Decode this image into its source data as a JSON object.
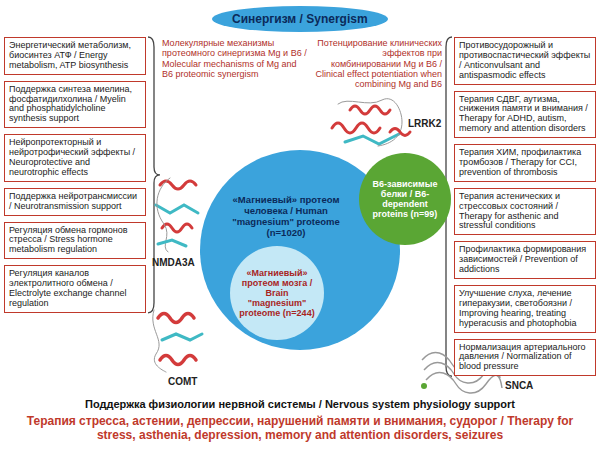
{
  "diagram": {
    "nodes": [
      {
        "text": [
          "Синергизм / Synergism"
        ]
      },
      {
        "text": [
          "Энергетический метаболизм, биосинтез АТФ / Energy metabolism, ATP biosynthesis"
        ]
      },
      {
        "text": [
          "Поддержка синтеза миелина, фосфатидилхолина / Myelin and phosphatidylcholine synthesis support"
        ]
      },
      {
        "text": [
          "Нейропротекторный и нейротрофический эффекты / Neuroprotective and neurotrophic effects"
        ]
      },
      {
        "text": [
          "Поддержка нейротрансмиссии / Neurotransmission support"
        ]
      },
      {
        "text": [
          "Регуляция обмена гормонов стресса / Stress hormone metabolism regulation"
        ]
      },
      {
        "text": [
          "Регуляция каналов электролитного обмена / Electrolyte exchange channel regulation"
        ]
      },
      {
        "text": [
          "Противосудорожный и противоспастический эффекты / Anticonvulsant and antispasmodic effects"
        ]
      },
      {
        "text": [
          "Терапия СДВГ, аутизма, снижения памяти и внимания / Therapy for ADHD, autism, memory and attention disorders"
        ]
      },
      {
        "text": [
          "Терапия ХИМ, профилактика тромбозов / Therapy for CCI, prevention of thrombosis"
        ]
      },
      {
        "text": [
          "Терапия астенических и стрессовых состояний / Therapy for asthenic and stressful conditions"
        ]
      },
      {
        "text": [
          "Профилактика формирования зависимостей / Prevention of addictions"
        ]
      },
      {
        "text": [
          "Улучшение слуха, лечение гиперакузии, светобоязни / Improving hearing, treating hyperacusis and photophobia"
        ]
      },
      {
        "text": [
          "Нормализация артериального давления / Normalization of blood pressure"
        ]
      },
      {
        "text": [
          "«Магниевый» протеом человека / Human \"magnesium\" proteome (n=1020)"
        ]
      },
      {
        "text": [
          "«Магниевый» протеом мозга / Brain \"magnesium\" proteome (n=244)"
        ],
        "in": 14
      },
      {
        "text": [
          "B6-зависимые белки / B6-dependent proteins (n=99)"
        ]
      }
    ],
    "labels": [
      "Молекулярные механизмы протеомного синергизма Mg и B6 / Molecular mechanisms of Mg and B6 proteomic synergism",
      "Потенцирование клинических эффектов при комбинировании Mg и B6 / Clinical effect potentiation when combining Mg and B6",
      "LRRK2",
      "NMDA3A",
      "COMT",
      "SNCA",
      "Поддержка физиологии нервной системы / Nervous system physiology support",
      "Терапия стресса, астении, депрессии, нарушений памяти и внимания, судорог / Therapy for stress, asthenia, depression, memory and attention disorders, seizures"
    ]
  }
}
